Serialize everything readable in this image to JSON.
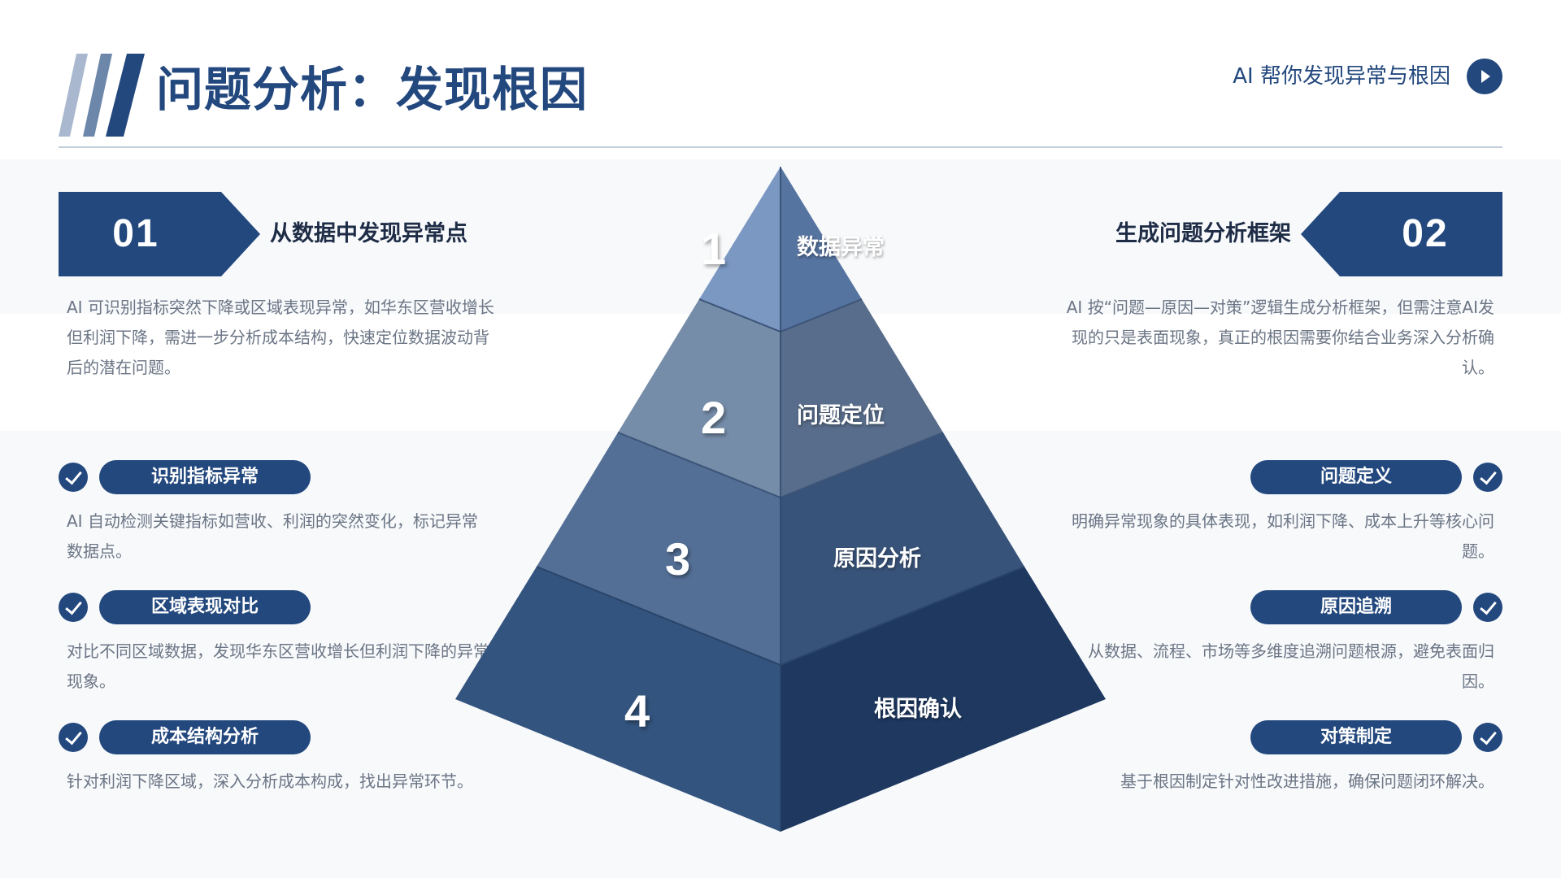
{
  "header": {
    "title": "问题分析：发现根因",
    "tag": "AI 帮你发现异常与根因",
    "tag_icon": "play-icon"
  },
  "colors": {
    "primary": "#23487e",
    "text_dark": "#1e2c46",
    "text_muted": "#6b7585",
    "band": "#f7f9fb"
  },
  "left_section": {
    "number": "01",
    "title": "从数据中发现异常点",
    "description": "AI 可识别指标突然下降或区域表现异常，如华东区营收增长但利润下降，需进一步分析成本结构，快速定位数据波动背后的潜在问题。",
    "items": [
      {
        "label": "识别指标异常",
        "icon": "check-icon",
        "description": "AI 自动检测关键指标如营收、利润的突然变化，标记异常数据点。"
      },
      {
        "label": "区域表现对比",
        "icon": "check-icon",
        "description": "对比不同区域数据，发现华东区营收增长但利润下降的异常现象。"
      },
      {
        "label": "成本结构分析",
        "icon": "check-icon",
        "description": "针对利润下降区域，深入分析成本构成，找出异常环节。"
      }
    ]
  },
  "right_section": {
    "number": "02",
    "title": "生成问题分析框架",
    "description": "AI 按“问题—原因—对策”逻辑生成分析框架，但需注意AI发现的只是表面现象，真正的根因需要你结合业务深入分析确认。",
    "items": [
      {
        "label": "问题定义",
        "icon": "check-icon",
        "description": "明确异常现象的具体表现，如利润下降、成本上升等核心问题。"
      },
      {
        "label": "原因追溯",
        "icon": "check-icon",
        "description": "从数据、流程、市场等多维度追溯问题根源，避免表面归因。"
      },
      {
        "label": "对策制定",
        "icon": "check-icon",
        "description": "基于根因制定针对性改进措施，确保问题闭环解决。"
      }
    ]
  },
  "pyramid": {
    "levels": [
      {
        "number": "1",
        "label": "数据异常"
      },
      {
        "number": "2",
        "label": "问题定位"
      },
      {
        "number": "3",
        "label": "原因分析"
      },
      {
        "number": "4",
        "label": "根因确认"
      }
    ]
  }
}
